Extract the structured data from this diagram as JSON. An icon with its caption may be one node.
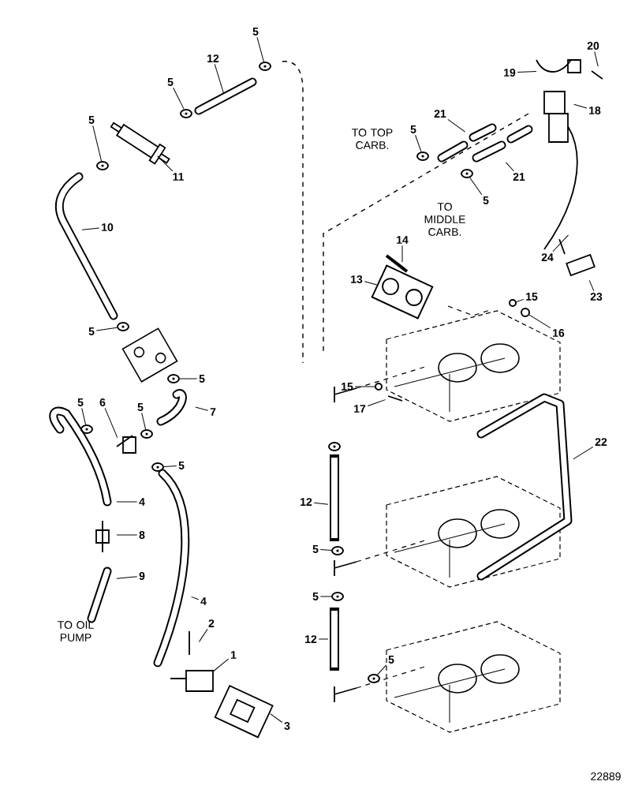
{
  "diagram": {
    "nodes": [
      {
        "text": [
          "5"
        ]
      },
      {
        "text": [
          "12"
        ]
      },
      {
        "text": [
          "5"
        ]
      },
      {
        "text": [
          "5"
        ]
      },
      {
        "text": [
          "11"
        ]
      },
      {
        "text": [
          "10"
        ]
      },
      {
        "text": [
          "5"
        ]
      },
      {
        "text": [
          "5"
        ]
      },
      {
        "text": [
          "7"
        ]
      },
      {
        "text": [
          "5"
        ]
      },
      {
        "text": [
          "6"
        ]
      },
      {
        "text": [
          "5"
        ]
      },
      {
        "text": [
          "5"
        ]
      },
      {
        "text": [
          "4"
        ]
      },
      {
        "text": [
          "8"
        ]
      },
      {
        "text": [
          "9"
        ]
      },
      {
        "text": [
          "4"
        ]
      },
      {
        "text": [
          "2"
        ]
      },
      {
        "text": [
          "1"
        ]
      },
      {
        "text": [
          "3"
        ]
      },
      {
        "text": [
          "20"
        ]
      },
      {
        "text": [
          "19"
        ]
      },
      {
        "text": [
          "18"
        ]
      },
      {
        "text": [
          "21"
        ]
      },
      {
        "text": [
          "5"
        ]
      },
      {
        "text": [
          "21"
        ]
      },
      {
        "text": [
          "5"
        ]
      },
      {
        "text": [
          "14"
        ]
      },
      {
        "text": [
          "13"
        ]
      },
      {
        "text": [
          "24"
        ]
      },
      {
        "text": [
          "23"
        ]
      },
      {
        "text": [
          "15"
        ]
      },
      {
        "text": [
          "16"
        ]
      },
      {
        "text": [
          "15"
        ]
      },
      {
        "text": [
          "17"
        ]
      },
      {
        "text": [
          "22"
        ]
      },
      {
        "text": [
          "12"
        ]
      },
      {
        "text": [
          "5"
        ]
      },
      {
        "text": [
          "5"
        ]
      },
      {
        "text": [
          "12"
        ]
      },
      {
        "text": [
          "5"
        ]
      },
      {
        "text": [],
        "shape": "circle"
      },
      {
        "text": [],
        "shape": "circle"
      },
      {
        "text": [],
        "shape": "circle"
      },
      {
        "text": [],
        "shape": "circle"
      },
      {
        "text": [],
        "shape": "circle"
      },
      {
        "text": [],
        "shape": "box"
      },
      {
        "text": [],
        "shape": "circle"
      },
      {
        "text": [],
        "shape": "circle"
      },
      {
        "text": [],
        "shape": "circle"
      },
      {
        "text": [],
        "shape": "circle"
      },
      {
        "text": [],
        "shape": "circle"
      },
      {
        "text": [],
        "shape": "circle"
      },
      {
        "text": [],
        "shape": "circle"
      },
      {
        "text": [],
        "shape": "circle"
      },
      {
        "text": [],
        "shape": "circle"
      },
      {
        "text": [],
        "shape": "circle"
      },
      {
        "text": [],
        "shape": "circle"
      },
      {
        "text": [],
        "shape": "circle"
      }
    ],
    "edges": [
      {
        "from": 0,
        "to": 41,
        "arrow": "none"
      },
      {
        "from": 1,
        "to": null,
        "arrow": "none"
      },
      {
        "from": 2,
        "to": 42,
        "arrow": "none"
      },
      {
        "from": 3,
        "to": 44,
        "arrow": "none"
      },
      {
        "from": 4,
        "to": null,
        "arrow": "none"
      },
      {
        "from": 5,
        "to": null,
        "arrow": "none"
      },
      {
        "from": 6,
        "to": 49,
        "arrow": "none"
      },
      {
        "from": 7,
        "to": 50,
        "arrow": "none"
      },
      {
        "from": 8,
        "to": null,
        "arrow": "none"
      },
      {
        "from": 9,
        "to": 52,
        "arrow": "none"
      },
      {
        "from": 10,
        "to": null,
        "arrow": "none"
      },
      {
        "from": 11,
        "to": 53,
        "arrow": "none"
      },
      {
        "from": 12,
        "to": 55,
        "arrow": "none"
      },
      {
        "from": 13,
        "to": null,
        "arrow": "none"
      },
      {
        "from": 14,
        "to": null,
        "arrow": "none"
      },
      {
        "from": 15,
        "to": null,
        "arrow": "none"
      },
      {
        "from": 16,
        "to": null,
        "arrow": "none"
      },
      {
        "from": 17,
        "to": null,
        "arrow": "none"
      },
      {
        "from": 18,
        "to": null,
        "arrow": "none"
      },
      {
        "from": 19,
        "to": null,
        "arrow": "none"
      },
      {
        "from": 20,
        "to": null,
        "arrow": "none"
      },
      {
        "from": 21,
        "to": null,
        "arrow": "none"
      },
      {
        "from": 22,
        "to": null,
        "arrow": "none"
      },
      {
        "from": 23,
        "to": null,
        "arrow": "none"
      },
      {
        "from": 24,
        "to": 43,
        "arrow": "none"
      },
      {
        "from": 25,
        "to": null,
        "arrow": "none"
      },
      {
        "from": 26,
        "to": 45,
        "arrow": "none"
      },
      {
        "from": 27,
        "to": null,
        "arrow": "none"
      },
      {
        "from": 28,
        "to": 46,
        "arrow": "none"
      },
      {
        "from": 29,
        "to": null,
        "arrow": "none"
      },
      {
        "from": 30,
        "to": null,
        "arrow": "none"
      },
      {
        "from": 31,
        "to": 47,
        "arrow": "none"
      },
      {
        "from": 32,
        "to": 48,
        "arrow": "none"
      },
      {
        "from": 33,
        "to": 51,
        "arrow": "none"
      },
      {
        "from": 34,
        "to": null,
        "arrow": "none"
      },
      {
        "from": 35,
        "to": null,
        "arrow": "none"
      },
      {
        "from": 36,
        "to": null,
        "arrow": "none"
      },
      {
        "from": 37,
        "to": 56,
        "arrow": "none"
      },
      {
        "from": 38,
        "to": 57,
        "arrow": "none"
      },
      {
        "from": 39,
        "to": null,
        "arrow": "none"
      },
      {
        "from": 40,
        "to": 58,
        "arrow": "none"
      }
    ],
    "labels": [
      "TO TOP CARB.",
      "TO MIDDLE CARB.",
      "TO OIL PUMP",
      "22889"
    ]
  }
}
